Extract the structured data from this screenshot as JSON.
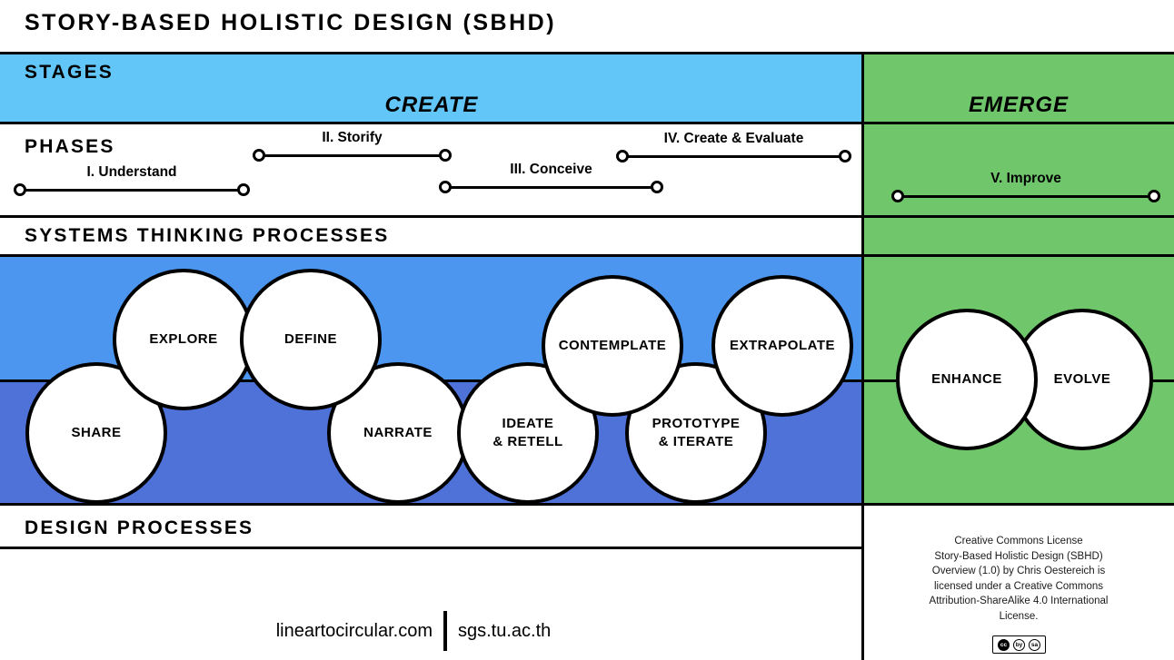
{
  "title": "STORY-BASED HOLISTIC DESIGN (SBHD)",
  "stages": {
    "label": "STAGES",
    "create_label": "CREATE",
    "emerge_label": "EMERGE"
  },
  "phases": {
    "label": "PHASES",
    "items": [
      {
        "label": "I. Understand"
      },
      {
        "label": "II. Storify"
      },
      {
        "label": "III. Conceive"
      },
      {
        "label": "IV. Create & Evaluate"
      },
      {
        "label": "V. Improve"
      }
    ]
  },
  "systems_thinking": {
    "label": "SYSTEMS THINKING PROCESSES"
  },
  "design_processes": {
    "label": "DESIGN PROCESSES"
  },
  "process_circles": {
    "create_top": [
      {
        "label": "EXPLORE"
      },
      {
        "label": "DEFINE"
      },
      {
        "label": "CONTEMPLATE"
      },
      {
        "label": "EXTRAPOLATE"
      }
    ],
    "create_bottom": [
      {
        "label": "SHARE"
      },
      {
        "label": "NARRATE"
      },
      {
        "label": "IDEATE\n& RETELL"
      },
      {
        "label": "PROTOTYPE\n& ITERATE"
      }
    ],
    "emerge": [
      {
        "label": "ENHANCE"
      },
      {
        "label": "EVOLVE"
      }
    ]
  },
  "footer": {
    "site_left": "lineartocircular.com",
    "site_right": "sgs.tu.ac.th"
  },
  "license": {
    "lines": [
      "Creative Commons License",
      "Story-Based Holistic Design (SBHD)",
      "Overview (1.0) by Chris Oestereich is",
      "licensed under a Creative Commons",
      "Attribution-ShareAlike 4.0 International",
      "License."
    ],
    "badge": [
      "cc",
      "by",
      "sa"
    ]
  },
  "colors": {
    "stage_create": "#62C7F8",
    "stage_emerge": "#6FC66B",
    "process_top": "#4C96F0",
    "process_bottom": "#4F72D9",
    "line": "#000000"
  }
}
